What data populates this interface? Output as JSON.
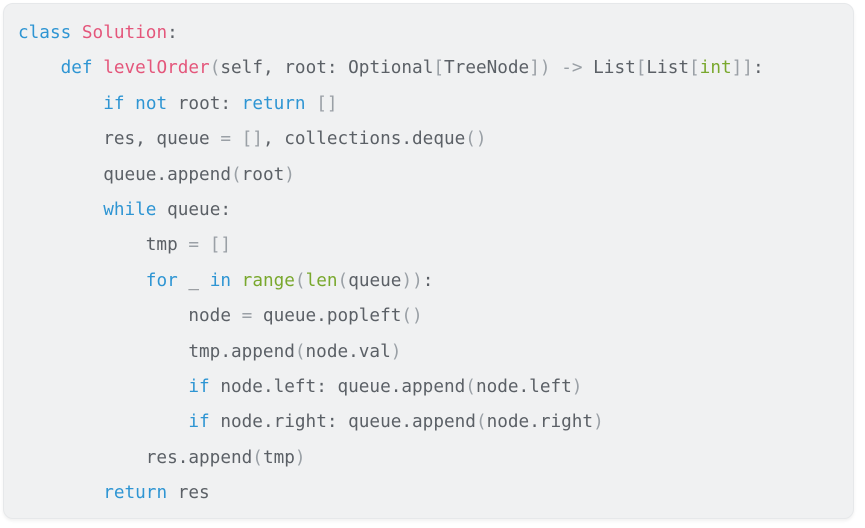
{
  "colors": {
    "background": "#f0f1f2",
    "page": "#ffffff",
    "border": "#e6e8ea",
    "keyword": "#2e95d3",
    "title": "#e4567b",
    "builtin": "#79a82d",
    "plain": "#5b6066",
    "punct": "#9aa0a6"
  },
  "code": {
    "language": "python",
    "lines": [
      [
        {
          "t": "class",
          "c": "kw"
        },
        {
          "t": " ",
          "c": "plain"
        },
        {
          "t": "Solution",
          "c": "title"
        },
        {
          "t": ":",
          "c": "plain"
        }
      ],
      [
        {
          "t": "    ",
          "c": "plain"
        },
        {
          "t": "def",
          "c": "kw"
        },
        {
          "t": " ",
          "c": "plain"
        },
        {
          "t": "levelOrder",
          "c": "title"
        },
        {
          "t": "(",
          "c": "punct"
        },
        {
          "t": "self, root: Optional",
          "c": "plain"
        },
        {
          "t": "[",
          "c": "punct"
        },
        {
          "t": "TreeNode",
          "c": "plain"
        },
        {
          "t": "])",
          "c": "punct"
        },
        {
          "t": " ",
          "c": "plain"
        },
        {
          "t": "->",
          "c": "punct"
        },
        {
          "t": " List",
          "c": "plain"
        },
        {
          "t": "[",
          "c": "punct"
        },
        {
          "t": "List",
          "c": "plain"
        },
        {
          "t": "[",
          "c": "punct"
        },
        {
          "t": "int",
          "c": "builtin"
        },
        {
          "t": "]]",
          "c": "punct"
        },
        {
          "t": ":",
          "c": "plain"
        }
      ],
      [
        {
          "t": "        ",
          "c": "plain"
        },
        {
          "t": "if",
          "c": "kw"
        },
        {
          "t": " ",
          "c": "plain"
        },
        {
          "t": "not",
          "c": "kw"
        },
        {
          "t": " root: ",
          "c": "plain"
        },
        {
          "t": "return",
          "c": "kw"
        },
        {
          "t": " ",
          "c": "plain"
        },
        {
          "t": "[]",
          "c": "punct"
        }
      ],
      [
        {
          "t": "        res, queue ",
          "c": "plain"
        },
        {
          "t": "= []",
          "c": "punct"
        },
        {
          "t": ", collections.deque",
          "c": "plain"
        },
        {
          "t": "()",
          "c": "punct"
        }
      ],
      [
        {
          "t": "        queue.append",
          "c": "plain"
        },
        {
          "t": "(",
          "c": "punct"
        },
        {
          "t": "root",
          "c": "plain"
        },
        {
          "t": ")",
          "c": "punct"
        }
      ],
      [
        {
          "t": "        ",
          "c": "plain"
        },
        {
          "t": "while",
          "c": "kw"
        },
        {
          "t": " queue:",
          "c": "plain"
        }
      ],
      [
        {
          "t": "            tmp ",
          "c": "plain"
        },
        {
          "t": "= []",
          "c": "punct"
        }
      ],
      [
        {
          "t": "            ",
          "c": "plain"
        },
        {
          "t": "for",
          "c": "kw"
        },
        {
          "t": " _ ",
          "c": "plain"
        },
        {
          "t": "in",
          "c": "kw"
        },
        {
          "t": " ",
          "c": "plain"
        },
        {
          "t": "range",
          "c": "builtin"
        },
        {
          "t": "(",
          "c": "punct"
        },
        {
          "t": "len",
          "c": "builtin"
        },
        {
          "t": "(",
          "c": "punct"
        },
        {
          "t": "queue",
          "c": "plain"
        },
        {
          "t": "))",
          "c": "punct"
        },
        {
          "t": ":",
          "c": "plain"
        }
      ],
      [
        {
          "t": "                node ",
          "c": "plain"
        },
        {
          "t": "=",
          "c": "punct"
        },
        {
          "t": " queue.popleft",
          "c": "plain"
        },
        {
          "t": "()",
          "c": "punct"
        }
      ],
      [
        {
          "t": "                tmp.append",
          "c": "plain"
        },
        {
          "t": "(",
          "c": "punct"
        },
        {
          "t": "node.val",
          "c": "plain"
        },
        {
          "t": ")",
          "c": "punct"
        }
      ],
      [
        {
          "t": "                ",
          "c": "plain"
        },
        {
          "t": "if",
          "c": "kw"
        },
        {
          "t": " node.left: queue.append",
          "c": "plain"
        },
        {
          "t": "(",
          "c": "punct"
        },
        {
          "t": "node.left",
          "c": "plain"
        },
        {
          "t": ")",
          "c": "punct"
        }
      ],
      [
        {
          "t": "                ",
          "c": "plain"
        },
        {
          "t": "if",
          "c": "kw"
        },
        {
          "t": " node.right: queue.append",
          "c": "plain"
        },
        {
          "t": "(",
          "c": "punct"
        },
        {
          "t": "node.right",
          "c": "plain"
        },
        {
          "t": ")",
          "c": "punct"
        }
      ],
      [
        {
          "t": "            res.append",
          "c": "plain"
        },
        {
          "t": "(",
          "c": "punct"
        },
        {
          "t": "tmp",
          "c": "plain"
        },
        {
          "t": ")",
          "c": "punct"
        }
      ],
      [
        {
          "t": "        ",
          "c": "plain"
        },
        {
          "t": "return",
          "c": "kw"
        },
        {
          "t": " res",
          "c": "plain"
        }
      ]
    ]
  }
}
